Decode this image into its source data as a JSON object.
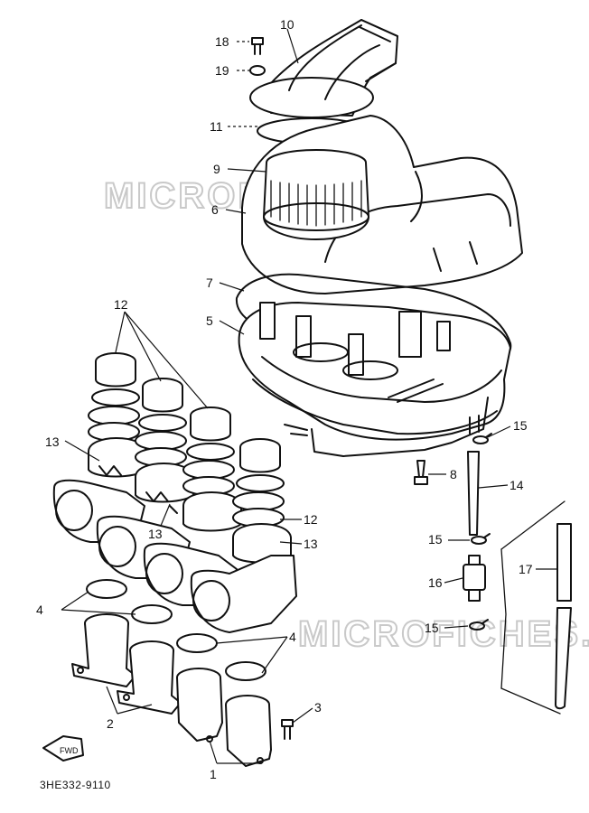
{
  "diagram": {
    "part_code": "3HE332-9110",
    "watermark": "MICROFICHES.NET",
    "front_marker": "FWD",
    "callouts": [
      "1",
      "2",
      "3",
      "4",
      "4",
      "5",
      "6",
      "7",
      "8",
      "9",
      "10",
      "11",
      "12",
      "12",
      "13",
      "13",
      "13",
      "14",
      "15",
      "15",
      "15",
      "16",
      "17",
      "18",
      "19"
    ],
    "labels": {
      "c10": "10",
      "c18": "18",
      "c19": "19",
      "c11": "11",
      "c9": "9",
      "c6": "6",
      "c7": "7",
      "c5": "5",
      "c12a": "12",
      "c12b": "12",
      "c13a": "13",
      "c13b": "13",
      "c13c": "13",
      "c15a": "15",
      "c15b": "15",
      "c15c": "15",
      "c8": "8",
      "c14": "14",
      "c16": "16",
      "c17": "17",
      "c4a": "4",
      "c4b": "4",
      "c2": "2",
      "c3": "3",
      "c1": "1"
    }
  }
}
